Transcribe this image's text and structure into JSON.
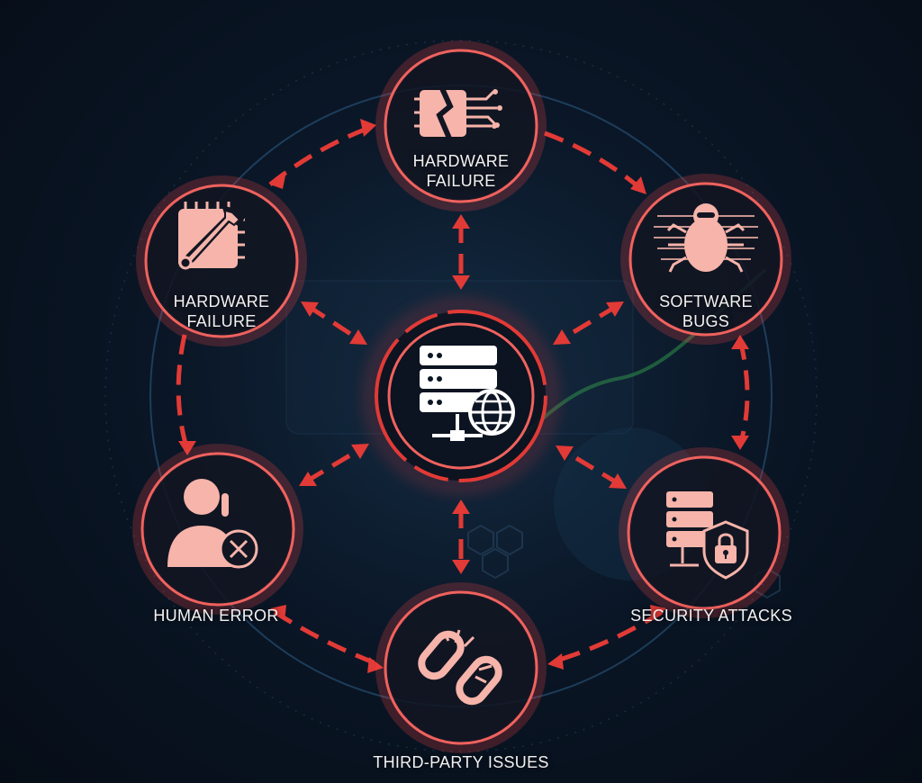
{
  "hub": {
    "icon": "server-network-icon"
  },
  "nodes": {
    "top": {
      "line1": "HARDWARE",
      "line2": "FAILURE",
      "icon": "broken-chip-icon"
    },
    "left": {
      "line1": "HARDWARE",
      "line2": "FAILURE",
      "icon": "chip-wrench-icon"
    },
    "right": {
      "line1": "SOFTWARE",
      "line2": "BUGS",
      "icon": "bug-icon"
    },
    "bottom_left": {
      "line1": "HUMAN ERROR",
      "icon": "person-x-icon"
    },
    "bottom_right": {
      "line1": "SECURITY ATTACKS",
      "icon": "server-lock-icon"
    },
    "bottom": {
      "line1": "THIRD-PARTY ISSUES",
      "icon": "broken-link-icon"
    }
  },
  "colors": {
    "accent": "#f0625e",
    "arrow": "#e23a36",
    "icon": "#f6b4aa",
    "background": "#0a1626"
  }
}
